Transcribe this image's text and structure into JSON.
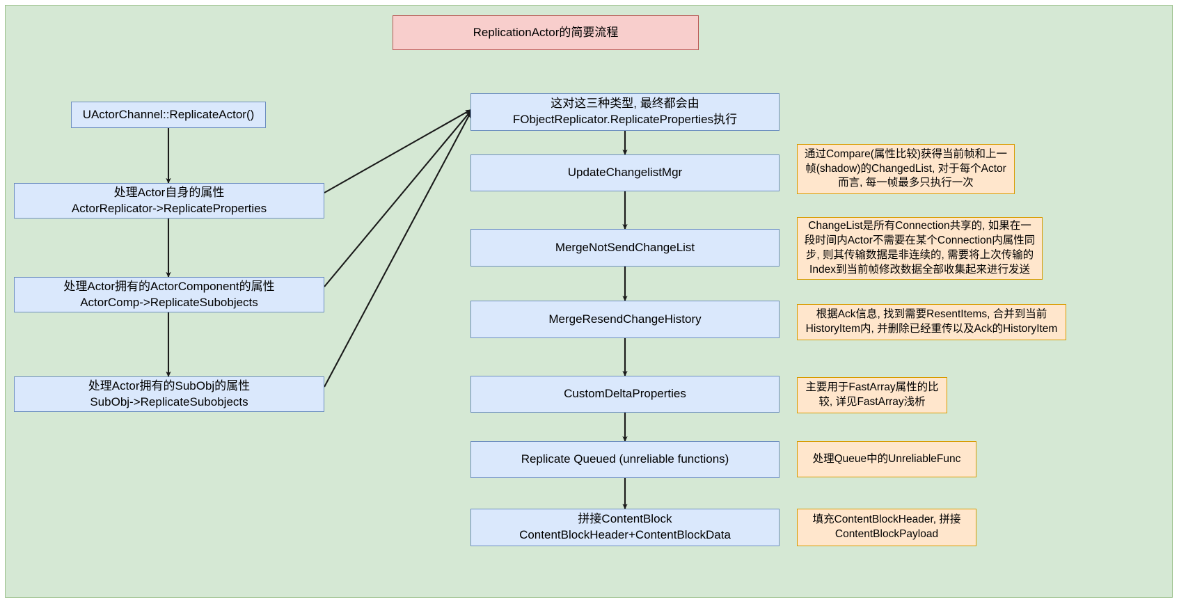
{
  "diagram": {
    "title": "ReplicationActor的简要流程",
    "colors": {
      "canvas_bg": "#d5e8d4",
      "title_fill": "#f8cecc",
      "title_stroke": "#b85450",
      "process_fill": "#dae8fc",
      "process_stroke": "#6c8ebf",
      "note_fill": "#ffe6cc",
      "note_stroke": "#d79b00",
      "edge": "#1a1a1a"
    },
    "left_flow": [
      {
        "id": "replicate-actor",
        "label": "UActorChannel::ReplicateActor()"
      },
      {
        "id": "actor-self-properties",
        "label": "处理Actor自身的属性\nActorReplicator->ReplicateProperties"
      },
      {
        "id": "actor-component-properties",
        "label": "处理Actor拥有的ActorComponent的属性\nActorComp->ReplicateSubobjects"
      },
      {
        "id": "actor-subobj-properties",
        "label": "处理Actor拥有的SubObj的属性\nSubObj->ReplicateSubobjects"
      }
    ],
    "right_flow": [
      {
        "id": "replicate-properties-entry",
        "label": "这对这三种类型, 最终都会由\nFObjectReplicator.ReplicateProperties执行"
      },
      {
        "id": "update-changelist-mgr",
        "label": "UpdateChangelistMgr"
      },
      {
        "id": "merge-not-send-change-list",
        "label": "MergeNotSendChangeList"
      },
      {
        "id": "merge-resend-change-history",
        "label": "MergeResendChangeHistory"
      },
      {
        "id": "custom-delta-properties",
        "label": "CustomDeltaProperties"
      },
      {
        "id": "replicate-queued",
        "label": "Replicate Queued (unreliable functions)"
      },
      {
        "id": "content-block",
        "label": "拼接ContentBlock\nContentBlockHeader+ContentBlockData"
      }
    ],
    "notes": [
      {
        "id": "note-update-changelist-mgr",
        "label": "通过Compare(属性比较)获得当前帧和上一\n帧(shadow)的ChangedList, 对于每个Actor\n而言, 每一帧最多只执行一次"
      },
      {
        "id": "note-merge-not-send-change-list",
        "label": "ChangeList是所有Connection共享的, 如果在一\n段时间内Actor不需要在某个Connection内属性同\n步, 则其传输数据是非连续的, 需要将上次传输的\nIndex到当前帧修改数据全部收集起来进行发送"
      },
      {
        "id": "note-merge-resend-change-history",
        "label": "根据Ack信息, 找到需要ResentItems, 合并到当前\nHistoryItem内, 并删除已经重传以及Ack的HistoryItem"
      },
      {
        "id": "note-custom-delta-properties",
        "label": "主要用于FastArray属性的比\n较, 详见FastArray浅析"
      },
      {
        "id": "note-replicate-queued",
        "label": "处理Queue中的UnreliableFunc"
      },
      {
        "id": "note-content-block",
        "label": "填充ContentBlockHeader, 拼接\nContentBlockPayload"
      }
    ]
  }
}
